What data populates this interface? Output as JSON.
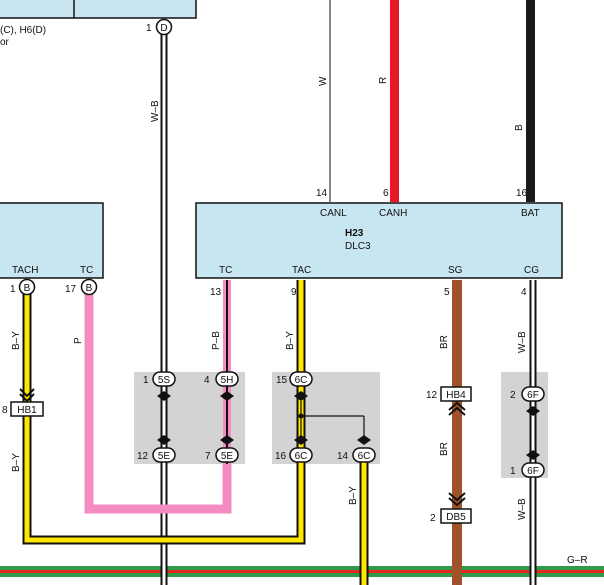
{
  "top_left": {
    "label": "(C), H6(D)",
    "sublabel": "or"
  },
  "top_connector": {
    "pin": "1",
    "code": "D"
  },
  "vertical_wire_labels": {
    "left_main": "W–B",
    "white": "W",
    "red": "R",
    "black": "B"
  },
  "dlc3": {
    "title": "H23",
    "subtitle": "DLC3",
    "top_pins": [
      {
        "num": "14",
        "name": "CANL"
      },
      {
        "num": "6",
        "name": "CANH"
      },
      {
        "num": "16",
        "name": "BAT"
      }
    ],
    "bottom_pins": [
      {
        "num": "13",
        "name": "TC"
      },
      {
        "num": "9",
        "name": "TAC"
      },
      {
        "num": "5",
        "name": "SG"
      },
      {
        "num": "4",
        "name": "CG"
      }
    ]
  },
  "left_ecu": {
    "pins": [
      {
        "num": "1",
        "name": "TACH",
        "code": "B"
      },
      {
        "num": "17",
        "name": "TC",
        "code": "B"
      }
    ]
  },
  "wire_labels": {
    "by_left_top": "B–Y",
    "by_left_bottom": "B–Y",
    "pink_left": "P",
    "pb": "P–B",
    "by_mid": "B–Y",
    "br_top": "BR",
    "br_bottom": "BR",
    "wb_right_top": "W–B",
    "wb_right_bottom": "W–B",
    "by_bottom": "B–Y",
    "gr": "G–R"
  },
  "junctions": {
    "hb1": {
      "pin": "8",
      "code": "HB1"
    },
    "hb4": {
      "pin": "12",
      "code": "HB4"
    },
    "db5": {
      "pin": "2",
      "code": "DB5"
    },
    "j5S": {
      "pin": "1",
      "code": "5S"
    },
    "j5H": {
      "pin": "4",
      "code": "5H"
    },
    "j5E_a": {
      "pin": "12",
      "code": "5E"
    },
    "j5E_b": {
      "pin": "7",
      "code": "5E"
    },
    "j6C_a": {
      "pin": "15",
      "code": "6C"
    },
    "j6C_b": {
      "pin": "16",
      "code": "6C"
    },
    "j6C_c": {
      "pin": "14",
      "code": "6C"
    },
    "j6F_a": {
      "pin": "2",
      "code": "6F"
    },
    "j6F_b": {
      "pin": "1",
      "code": "6F"
    }
  }
}
